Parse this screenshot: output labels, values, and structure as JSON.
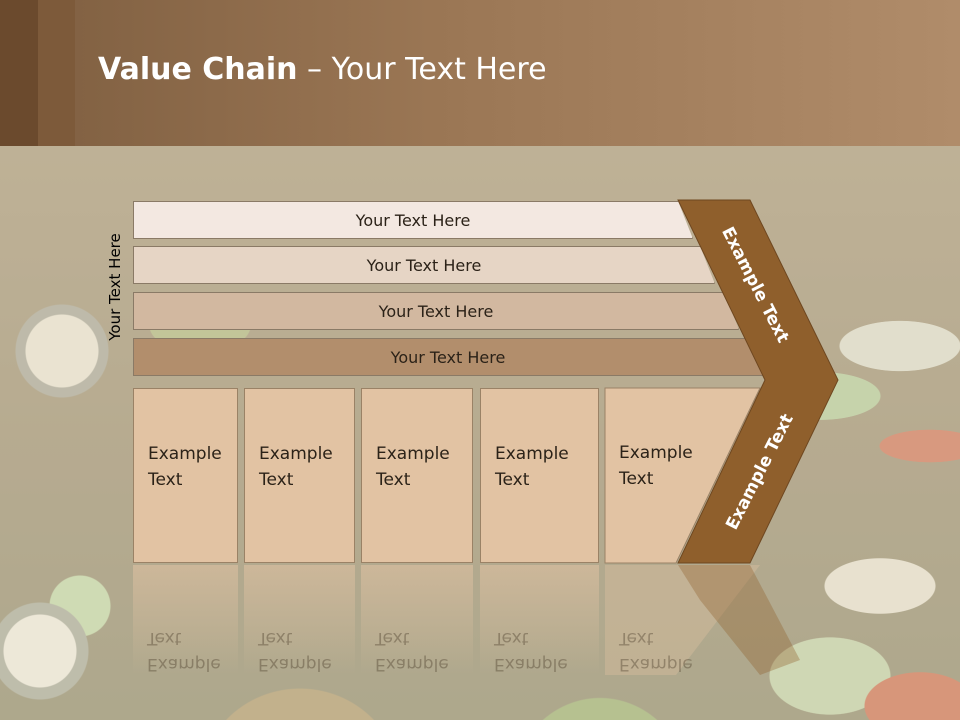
{
  "slide": {
    "title_bold": "Value Chain",
    "title_rest": " – Your Text Here"
  },
  "diagram": {
    "vertical_label": "Your Text Here",
    "rows": [
      {
        "label": "Your Text Here",
        "color": "#f3e8e1"
      },
      {
        "label": "Your Text Here",
        "color": "#e6d5c5"
      },
      {
        "label": "Your Text Here",
        "color": "#d2b8a0"
      },
      {
        "label": "Your Text Here",
        "color": "#b28e6c"
      }
    ],
    "cells": [
      {
        "line1": "Example",
        "line2": "Text"
      },
      {
        "line1": "Example",
        "line2": "Text"
      },
      {
        "line1": "Example",
        "line2": "Text"
      },
      {
        "line1": "Example",
        "line2": "Text"
      },
      {
        "line1": "Example",
        "line2": "Text"
      }
    ],
    "chevron_top_text": "Example Text",
    "chevron_bottom_text": "Example Text",
    "colors": {
      "cell_fill": "#e2c3a3",
      "chevron_fill": "#8f5f2c"
    }
  }
}
